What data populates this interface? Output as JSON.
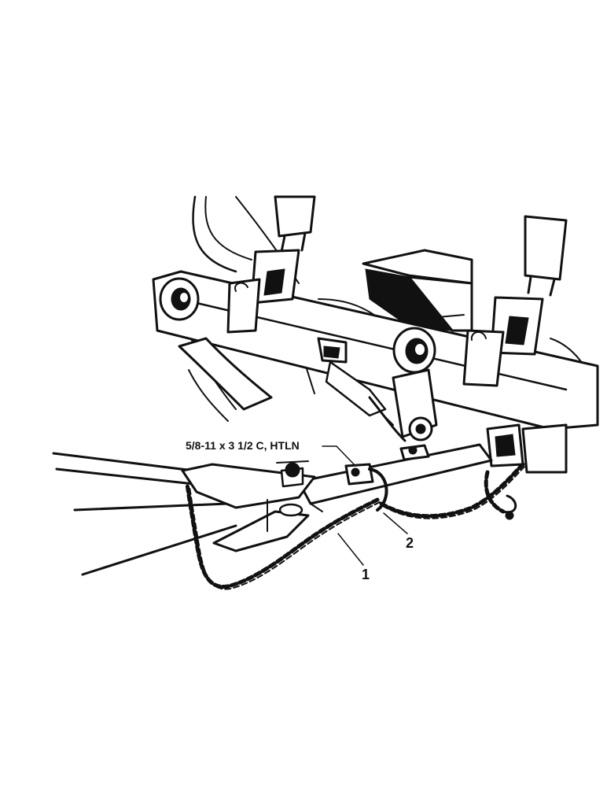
{
  "callouts": {
    "bolt_spec": "5/8-11 x 3 1/2 C, HTLN",
    "item_1": "1",
    "item_2": "2"
  },
  "colors": {
    "ink": "#111111",
    "paper": "#ffffff"
  }
}
